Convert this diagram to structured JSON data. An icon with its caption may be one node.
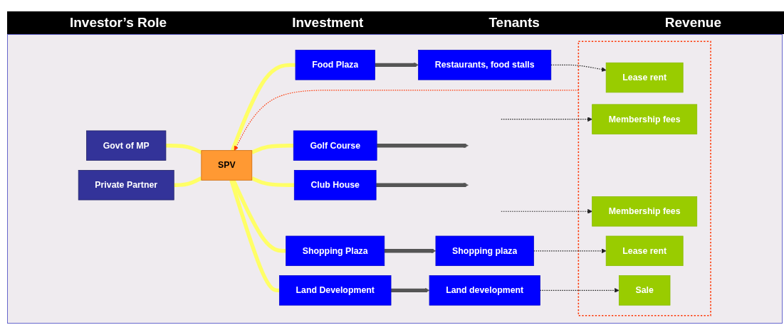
{
  "diagram": {
    "nodes": [
      {
        "text": [
          "Govt of MP"
        ]
      },
      {
        "text": [
          "SPV"
        ]
      },
      {
        "text": [
          "Private Partner"
        ]
      },
      {
        "text": [
          "Food Plaza"
        ]
      },
      {
        "text": [
          "Golf Course"
        ]
      },
      {
        "text": [
          "Club House"
        ]
      },
      {
        "text": [
          "Shopping Plaza"
        ]
      },
      {
        "text": [
          "Land Development"
        ]
      },
      {
        "text": [
          "Restaurants, food stalls"
        ]
      },
      {
        "text": [
          "Shopping plaza"
        ]
      },
      {
        "text": [
          "Land development"
        ]
      },
      {
        "text": [],
        "shape": "box"
      },
      {
        "text": [
          "Lease rent"
        ],
        "in": 11
      },
      {
        "text": [
          "Membership fees"
        ],
        "in": 11
      },
      {
        "text": [
          "Membership fees"
        ],
        "in": 11
      },
      {
        "text": [
          "Lease rent"
        ],
        "in": 11
      },
      {
        "text": [
          "Sale"
        ],
        "in": 11
      }
    ],
    "edges": [
      {
        "from": 0,
        "to": 1,
        "arrow": "none",
        "color": "#ffff66"
      },
      {
        "from": 2,
        "to": 1,
        "arrow": "none",
        "color": "#ffff66"
      },
      {
        "from": 1,
        "to": 3,
        "arrow": "none",
        "color": "#ffff66"
      },
      {
        "from": 1,
        "to": 4,
        "arrow": "none",
        "color": "#ffff66"
      },
      {
        "from": 1,
        "to": 5,
        "arrow": "none",
        "color": "#ffff66"
      },
      {
        "from": 1,
        "to": 6,
        "arrow": "none",
        "color": "#ffff66"
      },
      {
        "from": 1,
        "to": 7,
        "arrow": "none",
        "color": "#ffff66"
      },
      {
        "from": 3,
        "to": 8,
        "arrow": "to",
        "color": "#555555"
      },
      {
        "from": 4,
        "to": null,
        "arrow": "to",
        "color": "#555555"
      },
      {
        "from": 5,
        "to": null,
        "arrow": "to",
        "color": "#555555"
      },
      {
        "from": 6,
        "to": 9,
        "arrow": "to",
        "color": "#555555"
      },
      {
        "from": 7,
        "to": 10,
        "arrow": "to",
        "color": "#555555"
      },
      {
        "from": 8,
        "to": 12,
        "arrow": "to",
        "style": "dashed",
        "color": "#222222"
      },
      {
        "from": null,
        "to": 13,
        "arrow": "to",
        "style": "dashed",
        "color": "#222222"
      },
      {
        "from": null,
        "to": 14,
        "arrow": "to",
        "style": "dashed",
        "color": "#222222"
      },
      {
        "from": 9,
        "to": 15,
        "arrow": "to",
        "style": "dashed",
        "color": "#222222"
      },
      {
        "from": 10,
        "to": 16,
        "arrow": "to",
        "style": "dashed",
        "color": "#222222"
      },
      {
        "from": 11,
        "to": 1,
        "arrow": "to",
        "style": "dashed",
        "color": "#ff3300"
      }
    ],
    "labels": [
      "Investor’s Role",
      "Investment",
      "Tenants",
      "Revenue"
    ]
  }
}
